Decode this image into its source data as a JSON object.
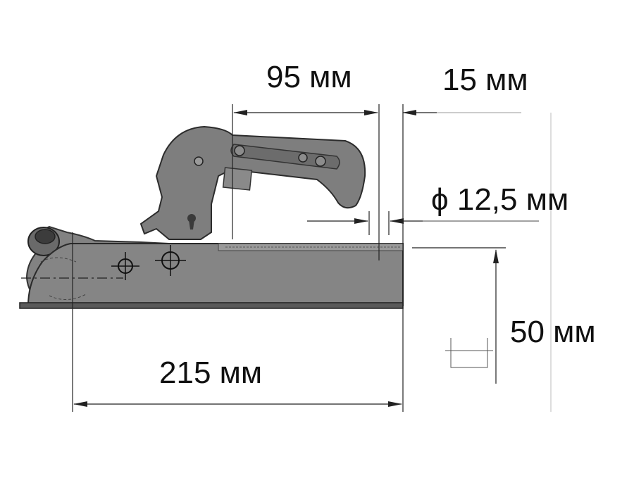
{
  "dimensions": {
    "top_length": "95 мм",
    "top_offset": "15 мм",
    "pin_diameter": "ϕ 12,5 мм",
    "height": "50 мм",
    "total_length": "215 мм"
  },
  "colors": {
    "metal": "#7f7f7f",
    "metal_dark": "#4d4d4d",
    "line": "#222222",
    "background": "#ffffff"
  }
}
